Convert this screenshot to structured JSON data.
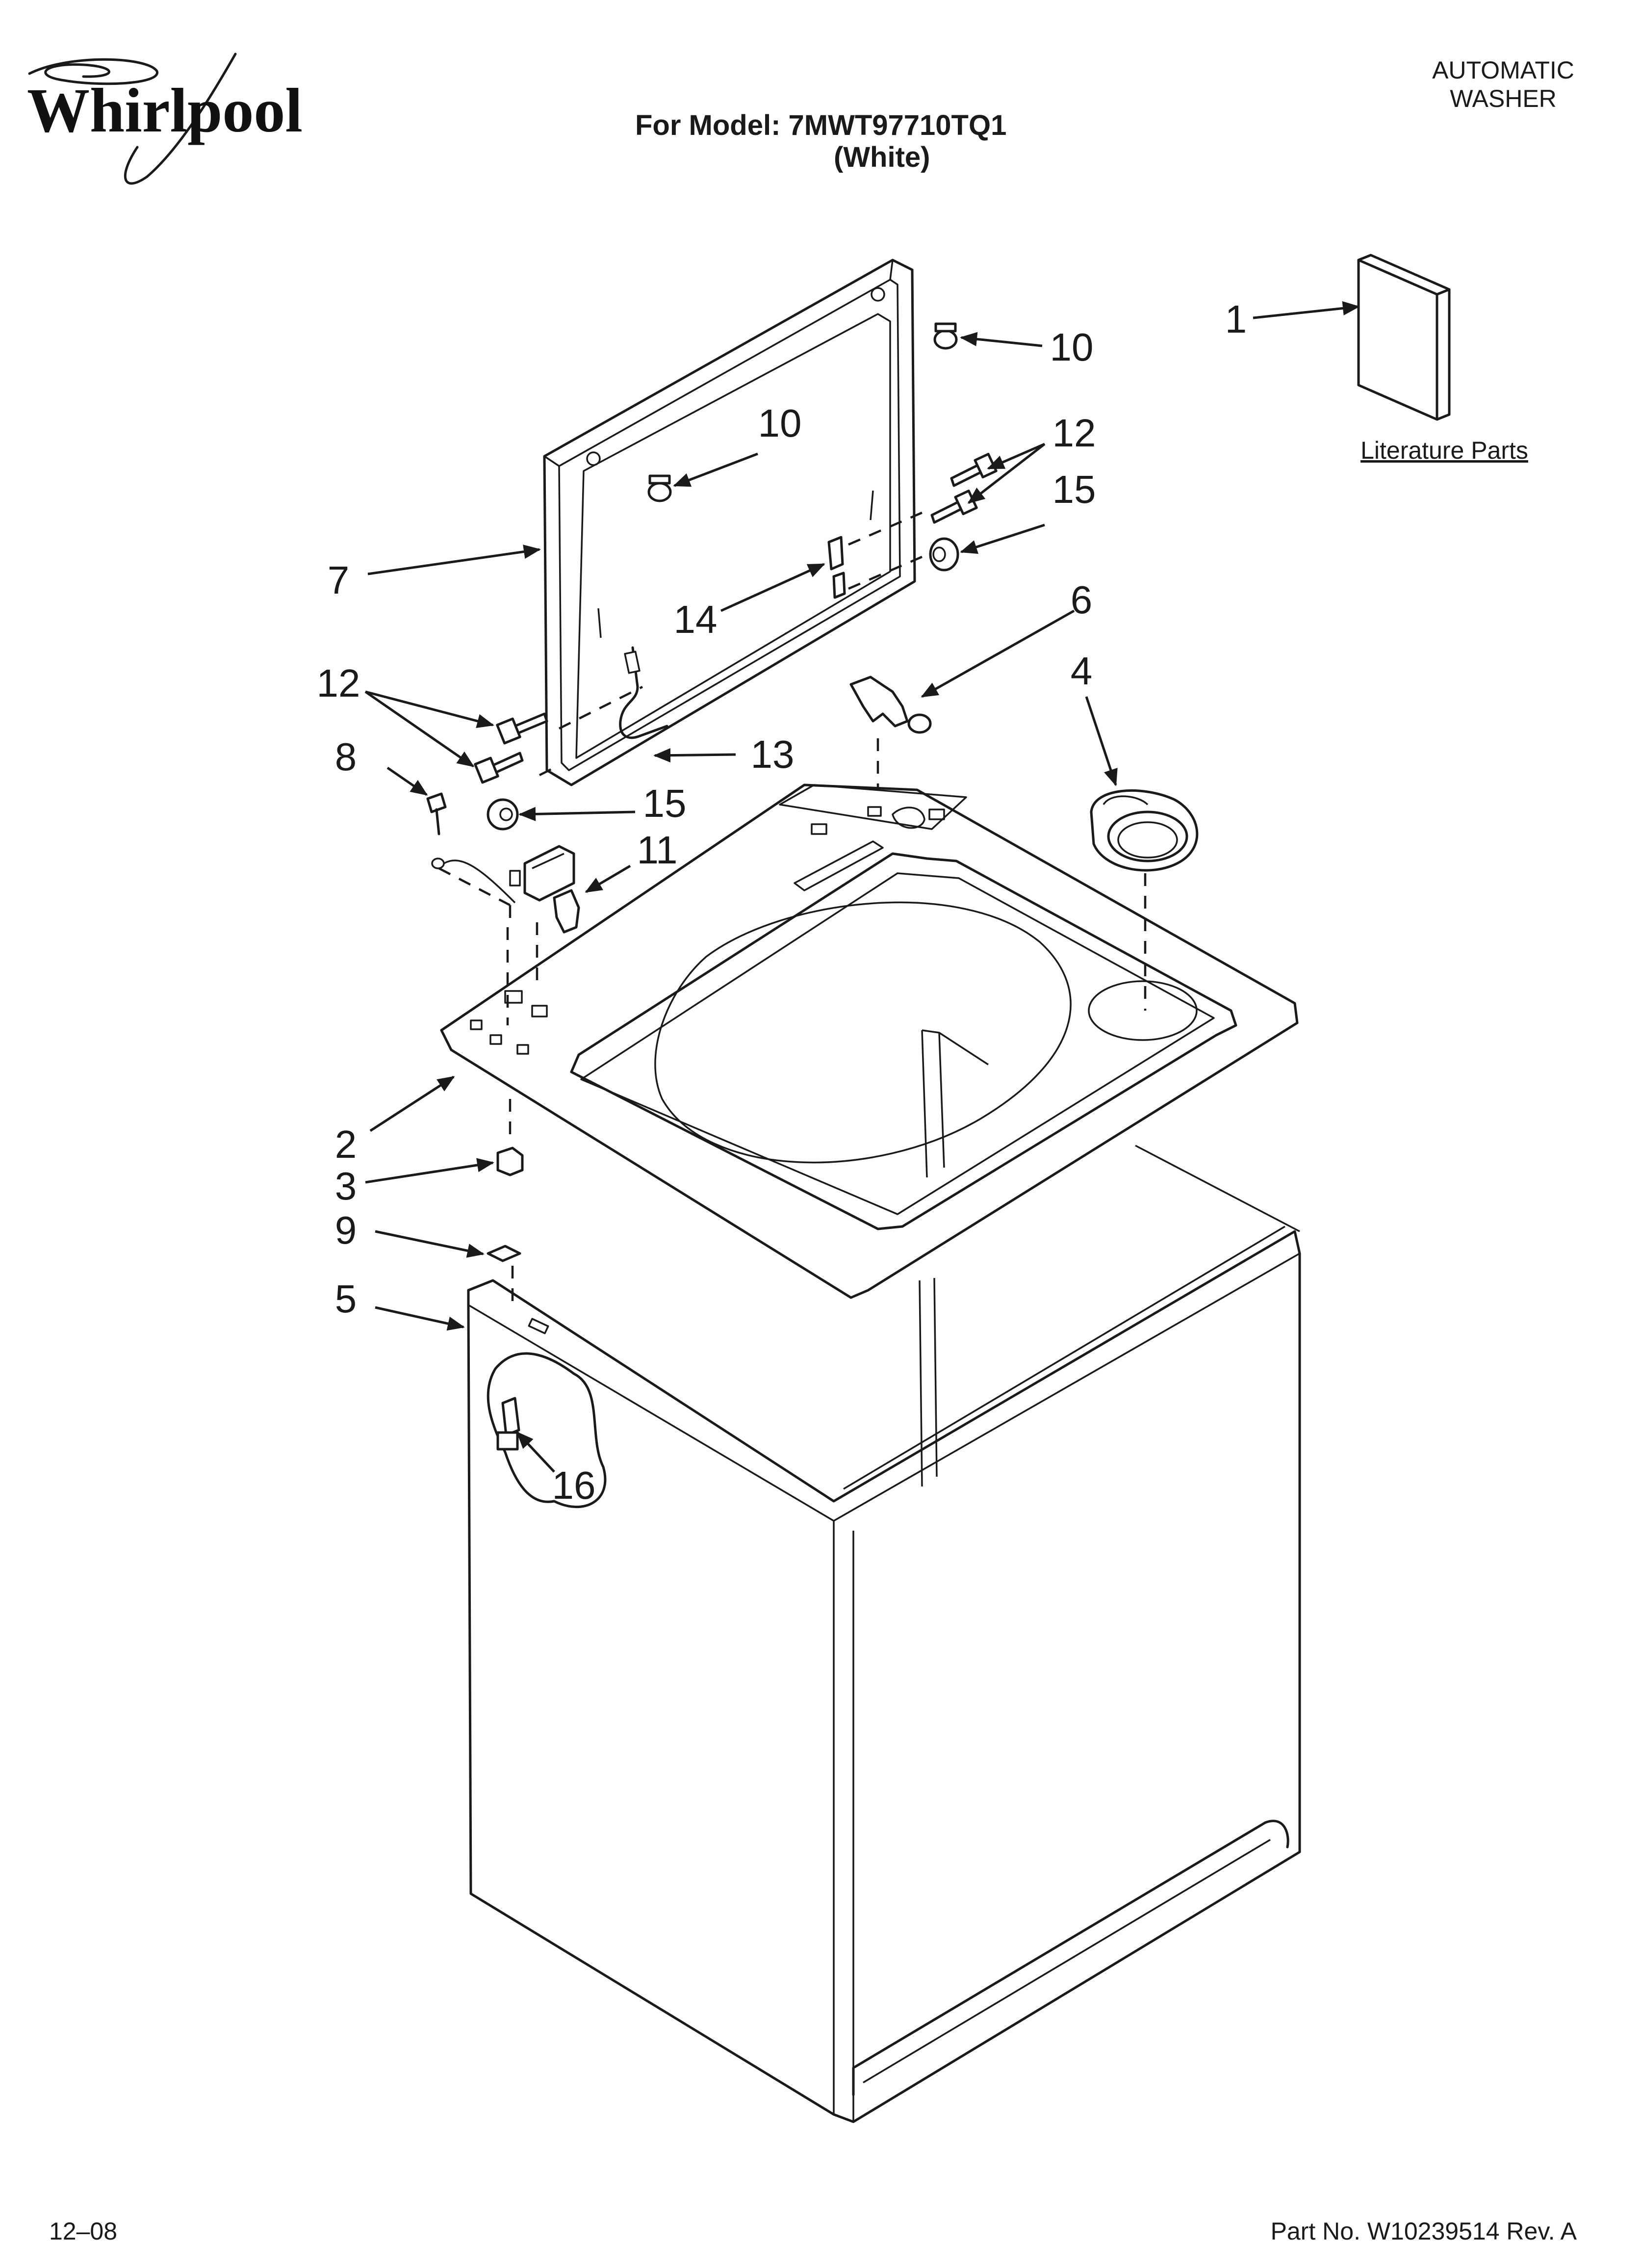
{
  "header": {
    "brand": "Whirlpool",
    "model_line": "For Model: 7MWT97710TQ1",
    "color_line": "(White)",
    "product_line1": "AUTOMATIC",
    "product_line2": "WASHER"
  },
  "literature": {
    "label": "Literature Parts"
  },
  "callouts": {
    "c1": "1",
    "c2": "2",
    "c3": "3",
    "c4": "4",
    "c5": "5",
    "c6": "6",
    "c7": "7",
    "c8": "8",
    "c9": "9",
    "c10a": "10",
    "c10b": "10",
    "c11": "11",
    "c12a": "12",
    "c12b": "12",
    "c13": "13",
    "c14": "14",
    "c15a": "15",
    "c15b": "15",
    "c16": "16"
  },
  "footer": {
    "date": "12–08",
    "part_number": "Part No. W10239514 Rev. A"
  }
}
